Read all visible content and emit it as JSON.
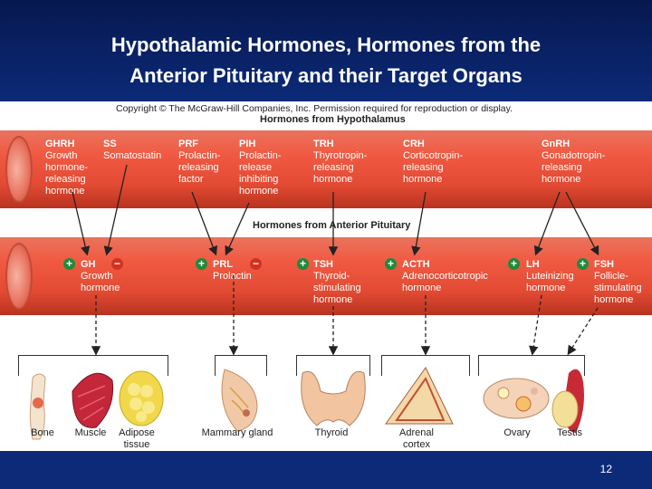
{
  "slide": {
    "title_line1": "Hypothalamic Hormones, Hormones from the",
    "title_line2": "Anterior Pituitary and their Target Organs",
    "page_number": "12"
  },
  "figure": {
    "copyright": "Copyright © The McGraw-Hill Companies, Inc. Permission required for reproduction or display.",
    "hypothalamus_heading": "Hormones from Hypothalamus",
    "pituitary_heading": "Hormones from Anterior Pituitary",
    "hypothalamic_hormones": [
      {
        "abbr": "GHRH",
        "name": "Growth\nhormone-\nreleasing\nhormone"
      },
      {
        "abbr": "SS",
        "name": "Somatostatin"
      },
      {
        "abbr": "PRF",
        "name": "Prolactin-\nreleasing\nfactor"
      },
      {
        "abbr": "PIH",
        "name": "Prolactin-\nrelease\ninhibiting\nhormone"
      },
      {
        "abbr": "TRH",
        "name": "Thyrotropin-\nreleasing\nhormone"
      },
      {
        "abbr": "CRH",
        "name": "Corticotropin-\nreleasing\nhormone"
      },
      {
        "abbr": "GnRH",
        "name": "Gonadotropin-\nreleasing\nhormone"
      }
    ],
    "pituitary_hormones": [
      {
        "abbr": "GH",
        "name": "Growth\nhormone"
      },
      {
        "abbr": "PRL",
        "name": "Prolactin"
      },
      {
        "abbr": "TSH",
        "name": "Thyroid-\nstimulating\nhormone"
      },
      {
        "abbr": "ACTH",
        "name": "Adrenocorticotropic\nhormone"
      },
      {
        "abbr": "LH",
        "name": "Luteinizing\nhormone"
      },
      {
        "abbr": "FSH",
        "name": "Follicle-\nstimulating\nhormone"
      }
    ],
    "signs": {
      "plus": "+",
      "minus": "−"
    },
    "target_organs": [
      {
        "label": "Bone"
      },
      {
        "label": "Muscle"
      },
      {
        "label": "Adipose\ntissue"
      },
      {
        "label": "Mammary gland"
      },
      {
        "label": "Thyroid"
      },
      {
        "label": "Adrenal\ncortex"
      },
      {
        "label": "Ovary"
      },
      {
        "label": "Testis"
      }
    ]
  },
  "colors": {
    "title_bg": "#0c2a78",
    "vessel": "#e24a33",
    "stimulate": "#1f8a3b",
    "inhibit": "#d2321f"
  }
}
